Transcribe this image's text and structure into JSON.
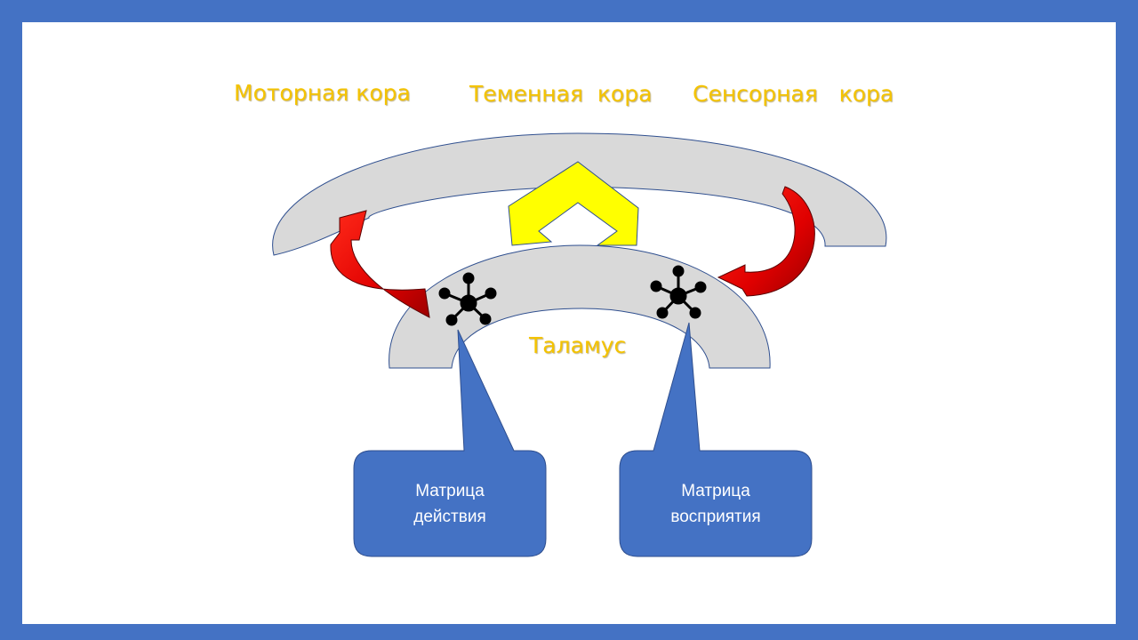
{
  "labels": {
    "motor_cortex": "Моторная кора",
    "parietal_cortex": "Теменная  кора",
    "sensory_cortex": "Сенсорная   кора",
    "thalamus": "Таламус"
  },
  "callouts": {
    "action_matrix": {
      "line1": "Матрица",
      "line2": "действия"
    },
    "perception_matrix": {
      "line1": "Матрица",
      "line2": "восприятия"
    }
  },
  "colors": {
    "frame": "#4472c4",
    "label_text": "#f4c300",
    "arc_fill": "#d9d9d9",
    "arc_stroke": "#2f4f8f",
    "yellow_arrow": "#ffff00",
    "red_arrow": "#ff0000",
    "callout_fill": "#4472c4",
    "network_node": "#000000"
  },
  "icons": {
    "left_network": "network-node-icon",
    "right_network": "network-node-icon"
  }
}
